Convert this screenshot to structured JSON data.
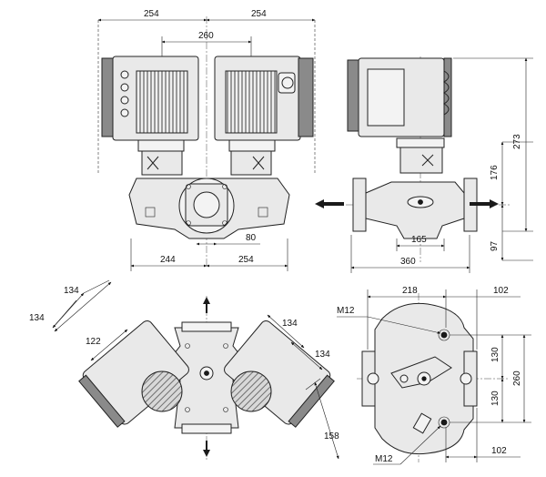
{
  "drawing": {
    "views": [
      "front-view",
      "side-view",
      "top-view",
      "flange-view"
    ]
  },
  "dimensions": {
    "front_top_left": "254",
    "front_top_right": "254",
    "front_motor_spacing": "260",
    "front_offset_80": "80",
    "front_bottom_left": "244",
    "front_bottom_right": "254",
    "side_height_273": "273",
    "side_height_176": "176",
    "side_height_97": "97",
    "side_width_165": "165",
    "side_width_360": "360",
    "top_134_a": "134",
    "top_134_b": "134",
    "top_122": "122",
    "top_134_c": "134",
    "top_134_d": "134",
    "top_158": "158",
    "flange_218": "218",
    "flange_102_top": "102",
    "flange_102_bottom": "102",
    "flange_130_a": "130",
    "flange_130_b": "130",
    "flange_260": "260",
    "flange_m12_top": "M12",
    "flange_m12_bottom": "M12"
  },
  "colors": {
    "line": "#222222",
    "body_fill": "#e9e9e9",
    "dark_fill": "#8a8a8a",
    "arrow": "#1a1a1a"
  }
}
